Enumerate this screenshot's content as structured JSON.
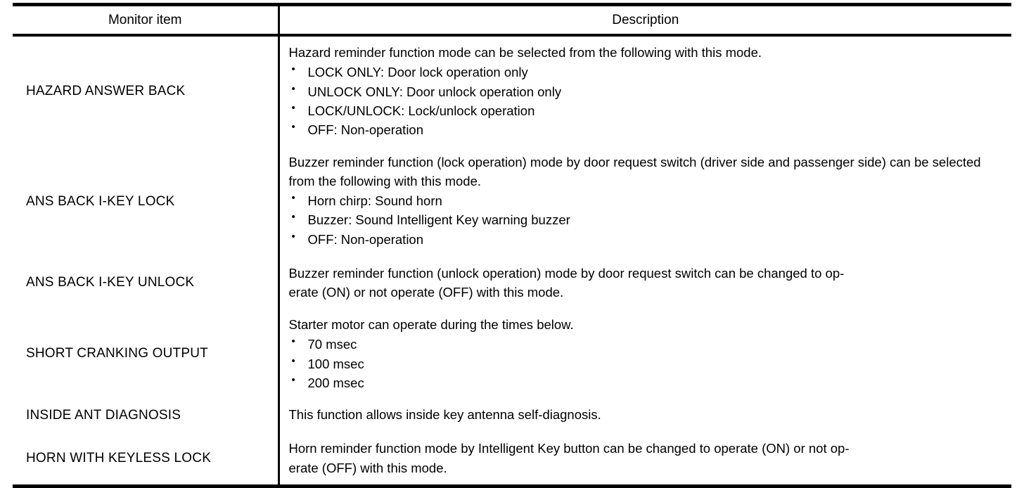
{
  "table": {
    "columns": [
      {
        "key": "monitor_item",
        "label": "Monitor item"
      },
      {
        "key": "description",
        "label": "Description"
      }
    ],
    "rows": [
      {
        "item": "HAZARD ANSWER BACK",
        "lead": "Hazard reminder function mode can be selected from the following with this mode.",
        "bullets": [
          "LOCK ONLY: Door lock operation only",
          "UNLOCK ONLY: Door unlock operation only",
          "LOCK/UNLOCK: Lock/unlock operation",
          "OFF: Non-operation"
        ]
      },
      {
        "item": "ANS BACK I-KEY LOCK",
        "lead": "Buzzer reminder function (lock operation) mode by door request switch (driver side and passenger side) can be selected from the following with this mode.",
        "bullets": [
          "Horn chirp: Sound horn",
          "Buzzer: Sound Intelligent Key warning buzzer",
          "OFF: Non-operation"
        ]
      },
      {
        "item": "ANS BACK I-KEY UNLOCK",
        "lead": "Buzzer reminder function (unlock operation) mode by door request switch can be changed to op-\nerate (ON) or not operate (OFF) with this mode.",
        "bullets": []
      },
      {
        "item": "SHORT CRANKING OUTPUT",
        "lead": "Starter motor can operate during the times below.",
        "bullets": [
          "70 msec",
          "100 msec",
          "200 msec"
        ]
      },
      {
        "item": "INSIDE ANT DIAGNOSIS",
        "lead": "This function allows inside key antenna self-diagnosis.",
        "bullets": []
      },
      {
        "item": "HORN WITH KEYLESS LOCK",
        "lead": "Horn reminder function mode by Intelligent Key button can be changed to operate (ON) or not op-\nerate (OFF) with this mode.",
        "bullets": []
      }
    ]
  },
  "colors": {
    "text": "#000000",
    "background": "#ffffff",
    "rule": "#000000"
  }
}
